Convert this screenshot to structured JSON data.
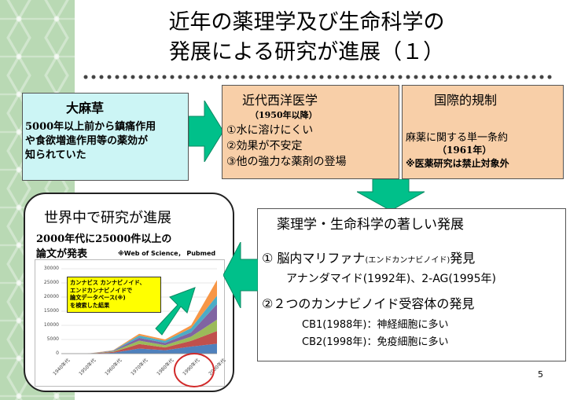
{
  "title": {
    "line1": "近年の薬理学及び生命科学の",
    "line2": "発展による研究が進展（１）"
  },
  "cannabis_box": {
    "heading": "大麻草",
    "lines": [
      "5000年以上前から鎮痛作用",
      "や食欲増進作用等の薬効が",
      "知られていた"
    ]
  },
  "western_box": {
    "heading": "近代西洋医学",
    "sub": "（1950年以降）",
    "items": [
      "①水に溶けにくい",
      "②効果が不安定",
      "③他の強力な薬剤の登場"
    ]
  },
  "intl_box": {
    "heading": "国際的規制",
    "lines": [
      "麻薬に関する単一条約",
      "（1961年）",
      "※医薬研究は禁止対象外"
    ]
  },
  "research_box": {
    "heading": "世界中で研究が進展",
    "line1": "2000年代に25000件以上の",
    "line2": "論文が発表",
    "source": "※Web of Science， Pubmed"
  },
  "dev_box": {
    "heading": "薬理学・生命科学の著しい発展",
    "item1_prefix": "① 脳内マリファナ",
    "item1_small": "(エンドカンナビノイド)",
    "item1_suffix": "発見",
    "item1_detail": "アナンダマイド(1992年)、2-AG(1995年)",
    "item2": "②２つのカンナビノイド受容体の発見",
    "cb1": "CB1(1988年)：神経細胞に多い",
    "cb2": "CB2(1998年)：免疫細胞に多い"
  },
  "page_number": "5",
  "chart_data": {
    "type": "area",
    "categories": [
      "1940年代",
      "1950年代",
      "1960年代",
      "1970年代",
      "1980年代",
      "1990年代",
      "2000年代"
    ],
    "y_ticks": [
      "0",
      "5000",
      "10000",
      "15000",
      "20000",
      "25000",
      "30000"
    ],
    "ylim": [
      0,
      30000
    ],
    "annotation": [
      "カンナビス カンナビノイド、",
      "エンドカンナビノイドで",
      "論文データベース(※)",
      "を検索した結果"
    ],
    "highlighted_category": "2000年代",
    "series": [
      {
        "color": "#4f81bd",
        "values": [
          0,
          0,
          300,
          1800,
          1200,
          2500,
          3500
        ]
      },
      {
        "color": "#c0504d",
        "values": [
          0,
          0,
          300,
          1600,
          1000,
          2000,
          4500
        ]
      },
      {
        "color": "#9bbb59",
        "values": [
          0,
          0,
          200,
          1200,
          800,
          1500,
          4000
        ]
      },
      {
        "color": "#8064a2",
        "values": [
          0,
          0,
          200,
          1000,
          800,
          1500,
          5500
        ]
      },
      {
        "color": "#4bacc6",
        "values": [
          0,
          0,
          100,
          800,
          700,
          1500,
          3000
        ]
      },
      {
        "color": "#f79646",
        "values": [
          0,
          0,
          100,
          600,
          500,
          1000,
          5500
        ]
      }
    ]
  }
}
